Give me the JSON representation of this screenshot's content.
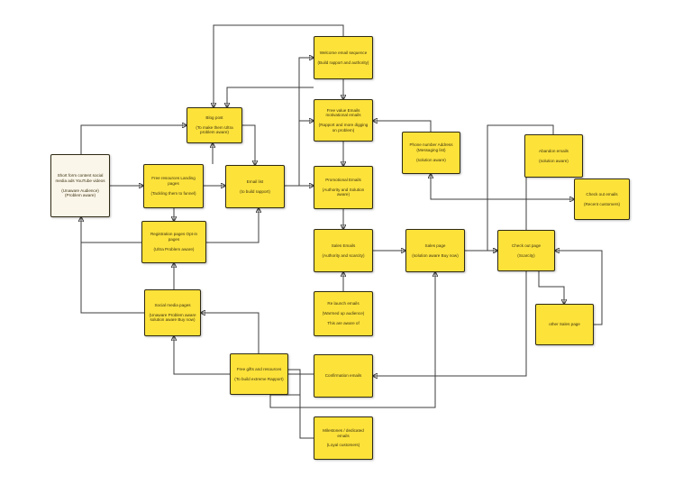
{
  "colors": {
    "node_fill": "#fde23a",
    "start_fill": "#fbf6ea",
    "edge": "#3c3c3c",
    "text": "#3a3210"
  },
  "nodes": {
    "start": {
      "title": "Short form content social media ads YouTube videos",
      "sub": "(Unaware Audience) (Problem aware)"
    },
    "free_resources": {
      "title": "Free resources Landing pages",
      "sub": "(Tackling them to funnel)"
    },
    "registration": {
      "title": "Registration pages Opt-in pages",
      "sub": "(Ultra Problem aware)"
    },
    "social_media": {
      "title": "Social media pages",
      "sub": "(Unaware Problem aware solution aware Buy now)"
    },
    "blog_post": {
      "title": "Blog post",
      "sub": "(To make them Ultra problem aware)"
    },
    "email_list": {
      "title": "Email list",
      "sub": "(to build rapport)"
    },
    "free_gifts": {
      "title": "Free gifts and resources",
      "sub": "(To build extreme Rapport)"
    },
    "welcome_email": {
      "title": "Welcome email sequence",
      "sub": "(Build rapport and authority)"
    },
    "free_value_emails": {
      "title": "Free value Emails motivational emails",
      "sub": "(Rapport and more digging on problem)"
    },
    "promotional_emails": {
      "title": "Promotional Emails",
      "sub": "(Authority and Solution aware)"
    },
    "sales_emails": {
      "title": "Sales Emails",
      "sub": "(Authority and scarcity)"
    },
    "re_launch": {
      "title": "Re launch emails",
      "sub": "(Warmed up audience)",
      "extra": "This are aware of"
    },
    "confirmation": {
      "title": "Confirmation emails"
    },
    "milestones": {
      "title": "Milestones / dedicated emails",
      "sub": "(Loyal customers)"
    },
    "phone": {
      "title": "Phone number Address (Messaging list)",
      "sub": "(solution aware)"
    },
    "sales_page": {
      "title": "Sales page",
      "sub": "(solution aware Buy now)"
    },
    "abandon": {
      "title": "Abandon emails",
      "sub": "(solution aware)"
    },
    "checkout_page": {
      "title": "Check out page",
      "sub": "(Scarcity)"
    },
    "checkout_emails": {
      "title": "Check out emails",
      "sub": "(Recent customers)"
    },
    "other_sales": {
      "title": "other Sales page"
    }
  }
}
